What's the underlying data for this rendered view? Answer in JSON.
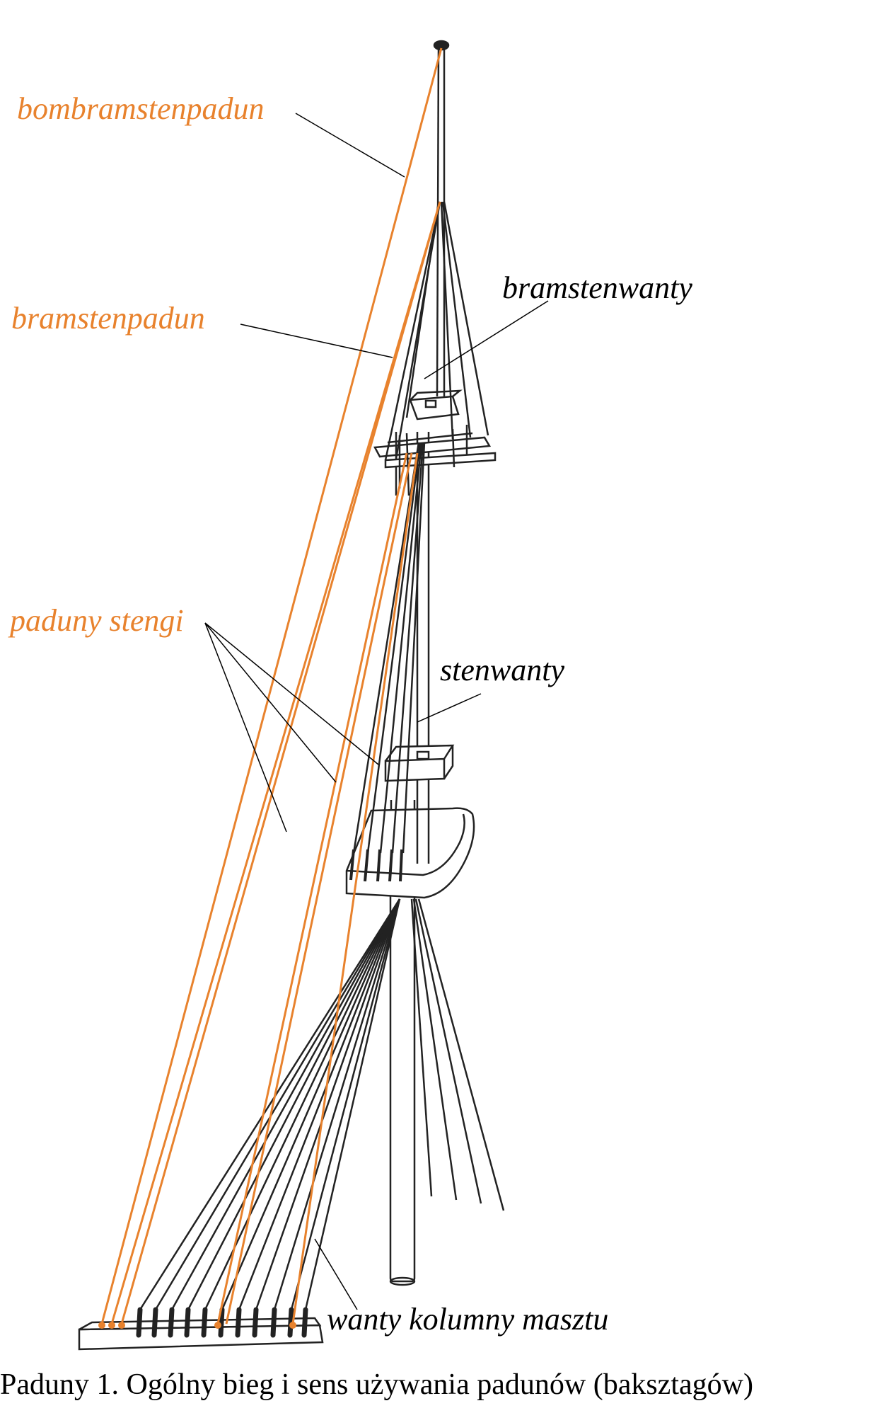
{
  "labels": {
    "bombramstenpadun": "bombramstenpadun",
    "bramstenpadun": "bramstenpadun",
    "bramstenwanty": "bramstenwanty",
    "paduny_stengi": "paduny stengi",
    "stenwanty": "stenwanty",
    "wanty_kolumny_masztu": "wanty kolumny masztu"
  },
  "caption": "Paduny 1. Ogólny bieg i sens używania padunów (baksztagów)",
  "colors": {
    "padun": "#e8822d",
    "ink": "#222222",
    "leader": "#000000"
  }
}
